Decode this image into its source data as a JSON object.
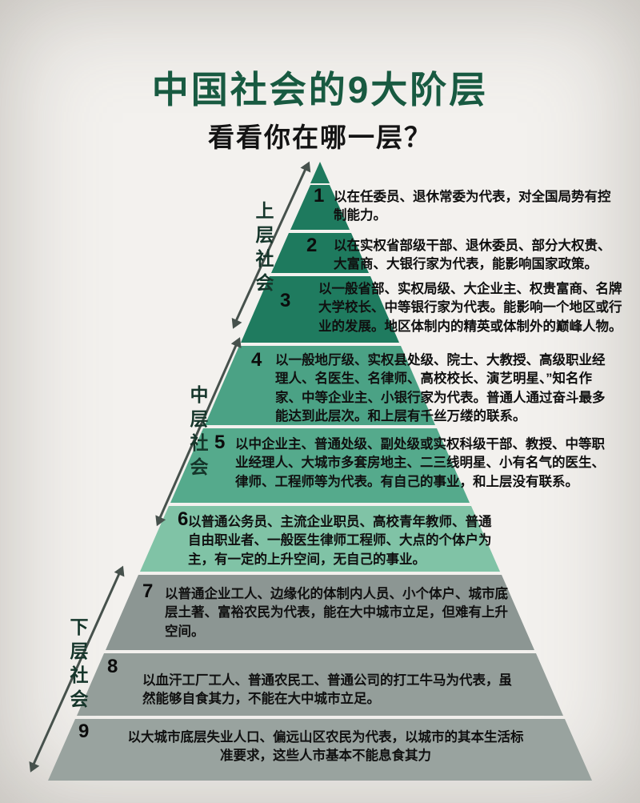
{
  "title": "中国社会的9大阶层",
  "subtitle": "看看你在哪一层？",
  "sections": [
    {
      "label": "上层社会"
    },
    {
      "label": "中层社会"
    },
    {
      "label": "下层社会"
    }
  ],
  "tiers": [
    {
      "number": "1",
      "color": "#1e7a5e",
      "text": "以在任委员、退休常委为代表，对全国局势有控制能力。"
    },
    {
      "number": "2",
      "color": "#1e7a5e",
      "text": "以在实权省部级干部、退休委员、部分大权贵、大富商、大银行家为代表，能影响国家政策。"
    },
    {
      "number": "3",
      "color": "#1f7b5f",
      "text": "以一般省部、实权局级、大企业主、权贵富商、名牌大学校长、中等银行家为代表。能影响一个地区或行业的发展。地区体制内的精英或体制外的巅峰人物。"
    },
    {
      "number": "4",
      "color": "#4ba285",
      "text": "以一般地厅级、实权县处级、院士、大教授、高级职业经理人、名医生、名律师、高校校长、演艺明星、”知名作家、中等企业主、小银行家为代表。普通人通过奋斗最多能达到此层次。和上层有千丝万缕的联系。"
    },
    {
      "number": "5",
      "color": "#55aa8c",
      "text": "以中企业主、普通处级、副处级或实权科级干部、教授、中等职业经理人、大城市多套房地主、二三线明星、小有名气的医生、律师、工程师等为代表。有自己的事业，和上层没有联系。"
    },
    {
      "number": "6",
      "color": "#80c3a6",
      "text": "以普通公务员、主流企业职员、高校青年教师、普通自由职业者、一般医生律师工程师、大点的个体户为主，有一定的上升空间，无自己的事业。"
    },
    {
      "number": "7",
      "color": "#8c9693",
      "text": "以普通企业工人、边缘化的体制内人员、小个体户、城市底层土著、富裕农民为代表，能在大中城市立足，但难有上升空间。"
    },
    {
      "number": "8",
      "color": "#949e9a",
      "text": "以血汗工厂工人、普通农民工、普通公司的打工牛马为代表，虽然能够自食其力，不能在大中城市立足。"
    },
    {
      "number": "9",
      "color": "#99a39f",
      "text": "以大城市底层失业人口、偏远山区农民为代表，以城市的其本生活标准要求，这些人市基本不能息食其力"
    }
  ],
  "colors": {
    "title_green": "#185a41",
    "upper_green": "#1e7a5e",
    "middle_green": "#55aa8c",
    "light_green": "#80c3a6",
    "lower_gray": "#929c98",
    "arrow": "#46514c",
    "background": "#f3f1ee",
    "text": "#101010"
  }
}
